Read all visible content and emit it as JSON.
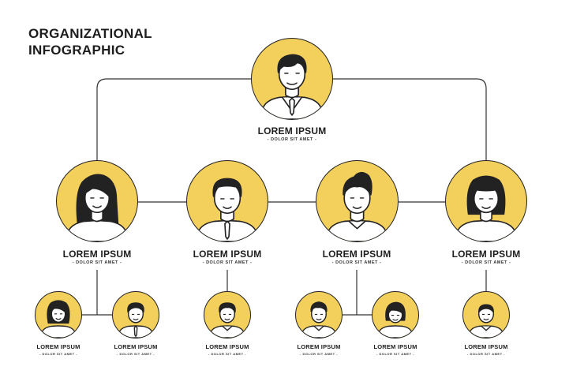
{
  "title": {
    "line1": "ORGANIZATIONAL",
    "line2": "INFOGRAPHIC"
  },
  "colors": {
    "accent": "#f3cf5c",
    "outline": "#222222",
    "line": "#333333"
  },
  "org": {
    "top": {
      "name": "LOREM IPSUM",
      "subtitle": "- DOLOR SIT AMET -",
      "avatar": "man-suit-tie"
    },
    "level2": [
      {
        "name": "LOREM IPSUM",
        "subtitle": "- DOLOR SIT AMET -",
        "avatar": "woman-long-hair"
      },
      {
        "name": "LOREM IPSUM",
        "subtitle": "- DOLOR SIT AMET -",
        "avatar": "man-tie"
      },
      {
        "name": "LOREM IPSUM",
        "subtitle": "- DOLOR SIT AMET -",
        "avatar": "man-quiff"
      },
      {
        "name": "LOREM IPSUM",
        "subtitle": "- DOLOR SIT AMET -",
        "avatar": "woman-bob"
      }
    ],
    "level3": [
      {
        "name": "LOREM IPSUM",
        "subtitle": "- DOLOR SIT AMET -",
        "avatar": "woman-short-hair"
      },
      {
        "name": "LOREM IPSUM",
        "subtitle": "- DOLOR SIT AMET -",
        "avatar": "man-tie"
      },
      {
        "name": "LOREM IPSUM",
        "subtitle": "- DOLOR SIT AMET -",
        "avatar": "man-short-hair"
      },
      {
        "name": "LOREM IPSUM",
        "subtitle": "- DOLOR SIT AMET -",
        "avatar": "man-short-hair"
      },
      {
        "name": "LOREM IPSUM",
        "subtitle": "- DOLOR SIT AMET -",
        "avatar": "woman-bun"
      },
      {
        "name": "LOREM IPSUM",
        "subtitle": "- DOLOR SIT AMET -",
        "avatar": "man-bald"
      }
    ]
  }
}
